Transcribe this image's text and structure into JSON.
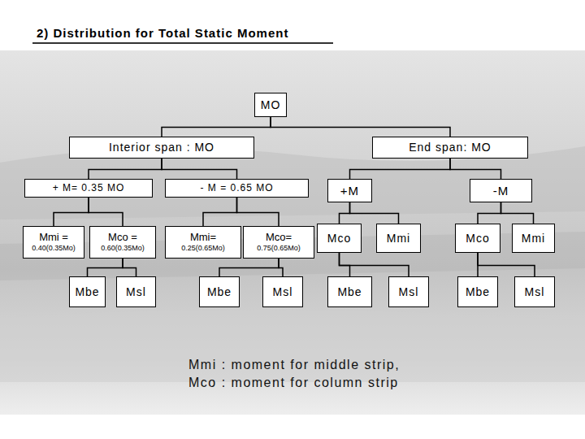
{
  "diagram": {
    "title": "2) Distribution for Total Static Moment",
    "nodes": [
      {
        "text": [
          "MO"
        ]
      },
      {
        "text": [
          "Interior span : MO"
        ]
      },
      {
        "text": [
          "End span: MO"
        ]
      },
      {
        "text": [
          "+ M= 0.35 MO"
        ]
      },
      {
        "text": [
          "- M = 0.65 MO"
        ]
      },
      {
        "text": [
          "+M"
        ]
      },
      {
        "text": [
          "-M"
        ]
      },
      {
        "text": [
          "Mmi =",
          "0.40(0.35Mo)"
        ]
      },
      {
        "text": [
          "Mco =",
          "0.60(0.35Mo)"
        ]
      },
      {
        "text": [
          "Mmi=",
          "0.25(0.65Mo)"
        ]
      },
      {
        "text": [
          "Mco=",
          "0.75(0.65Mo)"
        ]
      },
      {
        "text": [
          "Mco"
        ]
      },
      {
        "text": [
          "Mmi"
        ]
      },
      {
        "text": [
          "Mco"
        ]
      },
      {
        "text": [
          "Mmi"
        ]
      },
      {
        "text": [
          "Mbe"
        ]
      },
      {
        "text": [
          "Msl"
        ]
      },
      {
        "text": [
          "Mbe"
        ]
      },
      {
        "text": [
          "Msl"
        ]
      },
      {
        "text": [
          "Mbe"
        ]
      },
      {
        "text": [
          "Msl"
        ]
      },
      {
        "text": [
          "Mbe"
        ]
      },
      {
        "text": [
          "Msl"
        ]
      }
    ],
    "edges": [
      {
        "from": 0,
        "to": 1,
        "arrow": "none"
      },
      {
        "from": 0,
        "to": 2,
        "arrow": "none"
      },
      {
        "from": 1,
        "to": 3,
        "arrow": "none"
      },
      {
        "from": 1,
        "to": 4,
        "arrow": "none"
      },
      {
        "from": 2,
        "to": 5,
        "arrow": "none"
      },
      {
        "from": 2,
        "to": 6,
        "arrow": "none"
      },
      {
        "from": 3,
        "to": 7,
        "arrow": "none"
      },
      {
        "from": 3,
        "to": 8,
        "arrow": "none"
      },
      {
        "from": 4,
        "to": 9,
        "arrow": "none"
      },
      {
        "from": 4,
        "to": 10,
        "arrow": "none"
      },
      {
        "from": 5,
        "to": 11,
        "arrow": "none"
      },
      {
        "from": 5,
        "to": 12,
        "arrow": "none"
      },
      {
        "from": 6,
        "to": 13,
        "arrow": "none"
      },
      {
        "from": 6,
        "to": 14,
        "arrow": "none"
      },
      {
        "from": 8,
        "to": 15,
        "arrow": "none"
      },
      {
        "from": 8,
        "to": 16,
        "arrow": "none"
      },
      {
        "from": 10,
        "to": 17,
        "arrow": "none"
      },
      {
        "from": 10,
        "to": 18,
        "arrow": "none"
      },
      {
        "from": 11,
        "to": 19,
        "arrow": "none"
      },
      {
        "from": 11,
        "to": 20,
        "arrow": "none"
      },
      {
        "from": 13,
        "to": 21,
        "arrow": "none"
      },
      {
        "from": 13,
        "to": 22,
        "arrow": "none"
      }
    ],
    "labels": [
      "Mmi : moment for middle strip,",
      "Mco : moment for column strip"
    ]
  }
}
